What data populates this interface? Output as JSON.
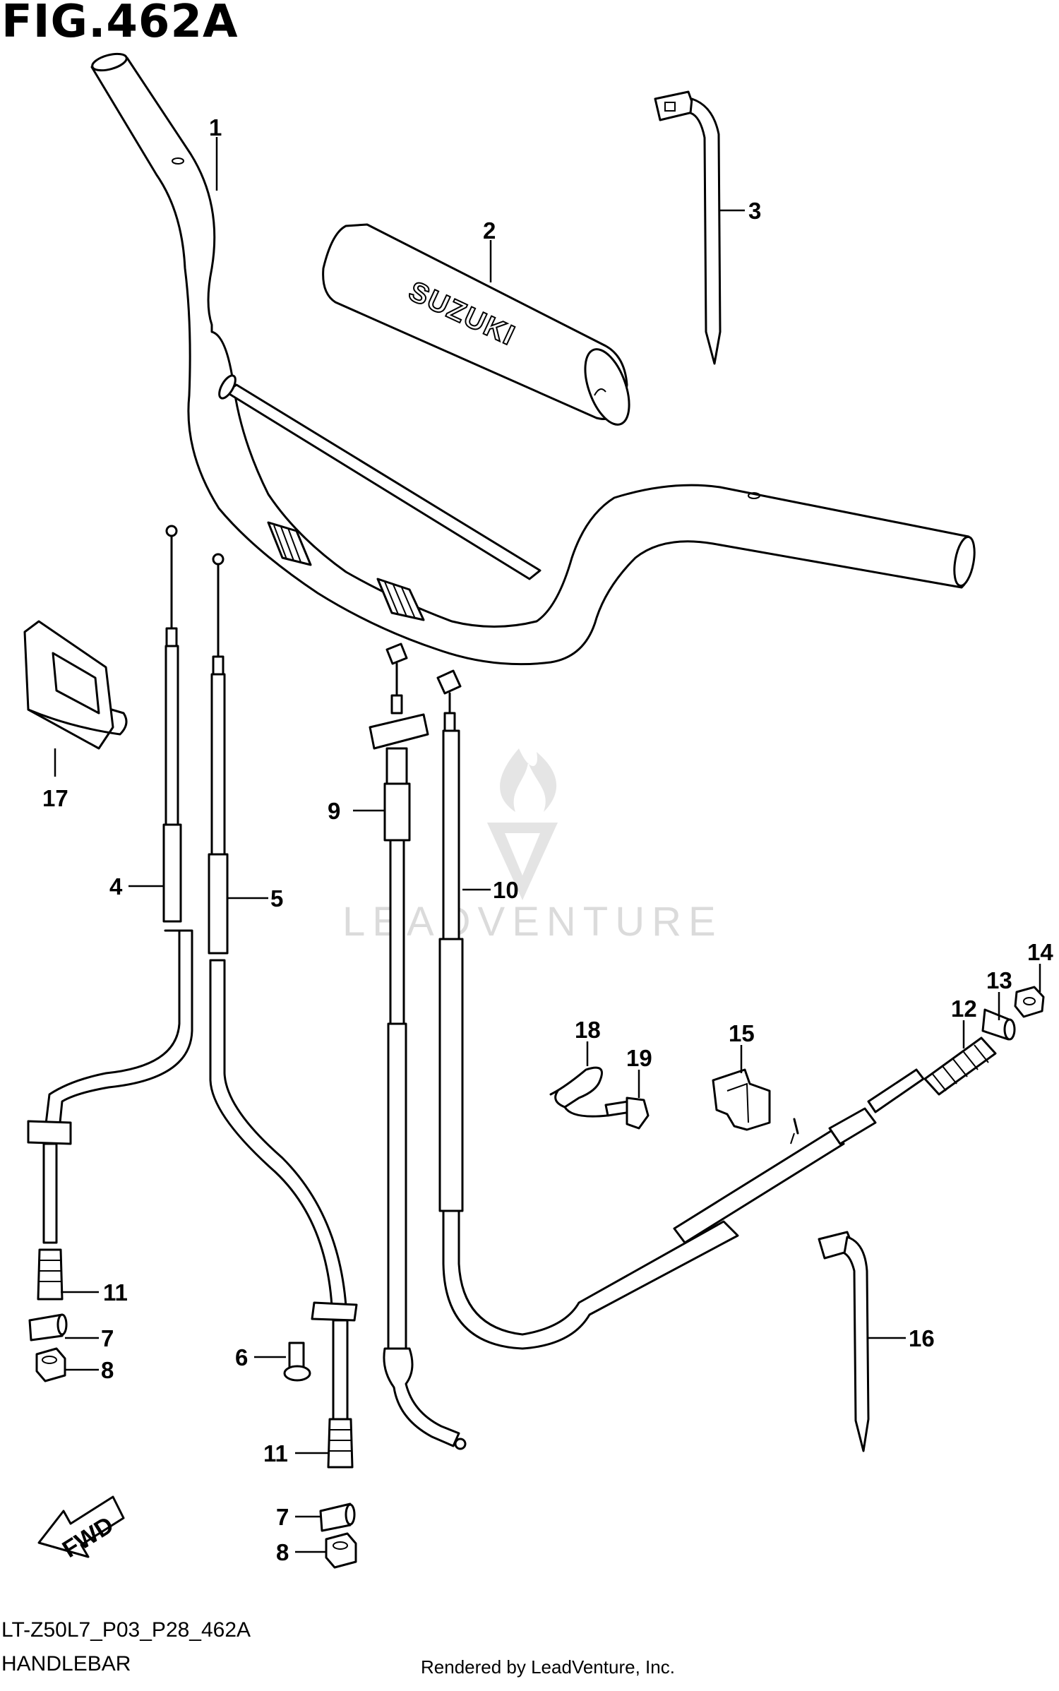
{
  "figure": {
    "title": "FIG.462A",
    "code": "LT-Z50L7_P03_P28_462A",
    "name": "HANDLEBAR",
    "rendered_by": "Rendered by LeadVenture, Inc.",
    "watermark": "LEADVENTURE",
    "pad_brand": "SUZUKI",
    "fwd_label": "FWD"
  },
  "callouts": [
    {
      "id": "1",
      "label": "1"
    },
    {
      "id": "2",
      "label": "2"
    },
    {
      "id": "3",
      "label": "3"
    },
    {
      "id": "4",
      "label": "4"
    },
    {
      "id": "5",
      "label": "5"
    },
    {
      "id": "6",
      "label": "6"
    },
    {
      "id": "7a",
      "label": "7"
    },
    {
      "id": "7b",
      "label": "7"
    },
    {
      "id": "8a",
      "label": "8"
    },
    {
      "id": "8b",
      "label": "8"
    },
    {
      "id": "9",
      "label": "9"
    },
    {
      "id": "10",
      "label": "10"
    },
    {
      "id": "11a",
      "label": "11"
    },
    {
      "id": "11b",
      "label": "11"
    },
    {
      "id": "12",
      "label": "12"
    },
    {
      "id": "13",
      "label": "13"
    },
    {
      "id": "14",
      "label": "14"
    },
    {
      "id": "15",
      "label": "15"
    },
    {
      "id": "16",
      "label": "16"
    },
    {
      "id": "17",
      "label": "17"
    },
    {
      "id": "18",
      "label": "18"
    },
    {
      "id": "19",
      "label": "19"
    }
  ],
  "colors": {
    "ink": "#000000",
    "paper": "#ffffff",
    "watermark": "#d8d8d8"
  }
}
